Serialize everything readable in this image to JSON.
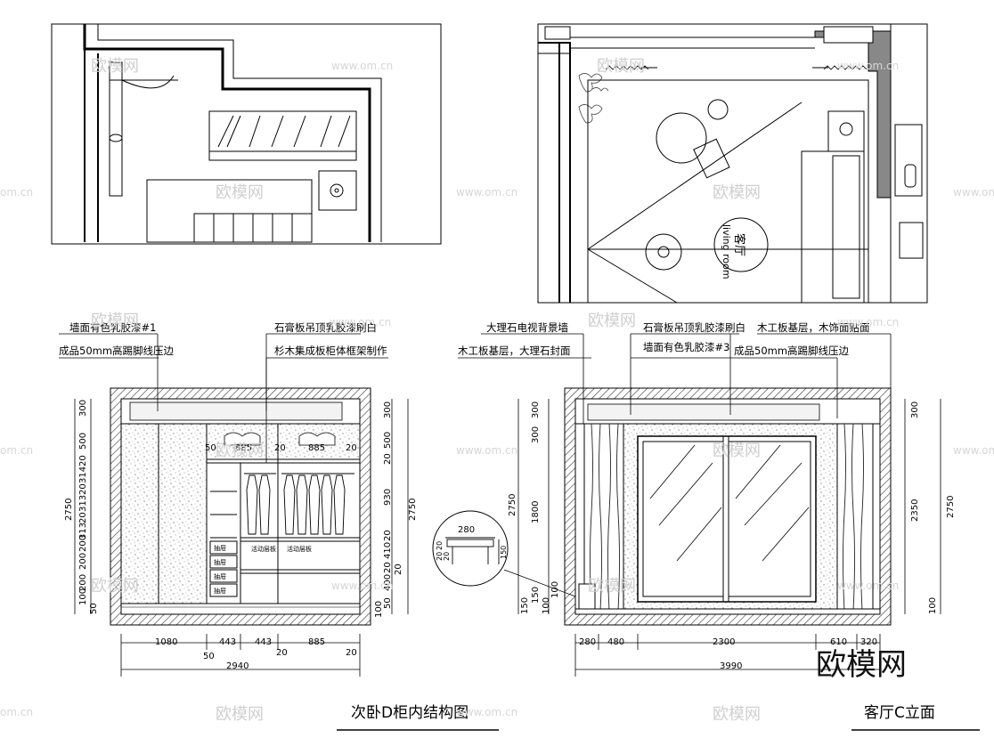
{
  "watermarks": {
    "logo_text": "欧模网",
    "url_text": "www.om.cn",
    "url_partial_left": "om.cn",
    "url_partial_right": "www.om.cn"
  },
  "brand_logo": "欧模网",
  "plan_right": {
    "room_label_cn": "客厅",
    "room_label_en": "living room"
  },
  "left_elevation": {
    "title": "次卧D柜内结构图",
    "notes": {
      "note1": "墙面有色乳胶漆#1",
      "note2": "成品50mm高踢脚线压边",
      "note3": "石膏板吊顶乳胶漆刷白",
      "note4": "杉木集成板柜体框架制作"
    },
    "left_dims": [
      "300",
      "500",
      "20",
      "314",
      "20",
      "313",
      "20",
      "313",
      "200",
      "200",
      "200",
      "100",
      "50"
    ],
    "left_total": "2750",
    "right_dims": [
      "300",
      "500",
      "20",
      "930",
      "20",
      "410",
      "20",
      "400",
      "50",
      "100"
    ],
    "right_total": "2750",
    "right_inner": "20",
    "bottom_dims": [
      "1080",
      "443",
      "443",
      "885"
    ],
    "bottom_small": [
      "50",
      "20",
      "20"
    ],
    "bottom_total": "2940",
    "inner_top_dims": [
      "50",
      "885",
      "20",
      "885",
      "20"
    ],
    "drawer_labels": [
      "抽屉",
      "抽屉",
      "抽屉",
      "抽屉"
    ],
    "sliding_labels": [
      "活动层板",
      "活动层板"
    ]
  },
  "right_elevation": {
    "title": "客厅C立面",
    "notes": {
      "note1": "大理石电视背景墙",
      "note2": "木工板基层，大理石封面",
      "note3": "石膏板吊顶乳胶漆刷白",
      "note4": "墙面有色乳胶漆#3",
      "note5": "木工板基层，木饰面贴面",
      "note6": "成品50mm高踢脚线压边"
    },
    "left_dims": [
      "300",
      "300",
      "2750",
      "1800",
      "150",
      "100",
      "100",
      "150"
    ],
    "right_dims": [
      "300",
      "2350",
      "100"
    ],
    "right_total": "2750",
    "bottom_dims": [
      "280",
      "480",
      "2300",
      "610",
      "320"
    ],
    "bottom_total": "3990",
    "detail_dims": [
      "280",
      "20",
      "20",
      "20",
      "150"
    ]
  }
}
